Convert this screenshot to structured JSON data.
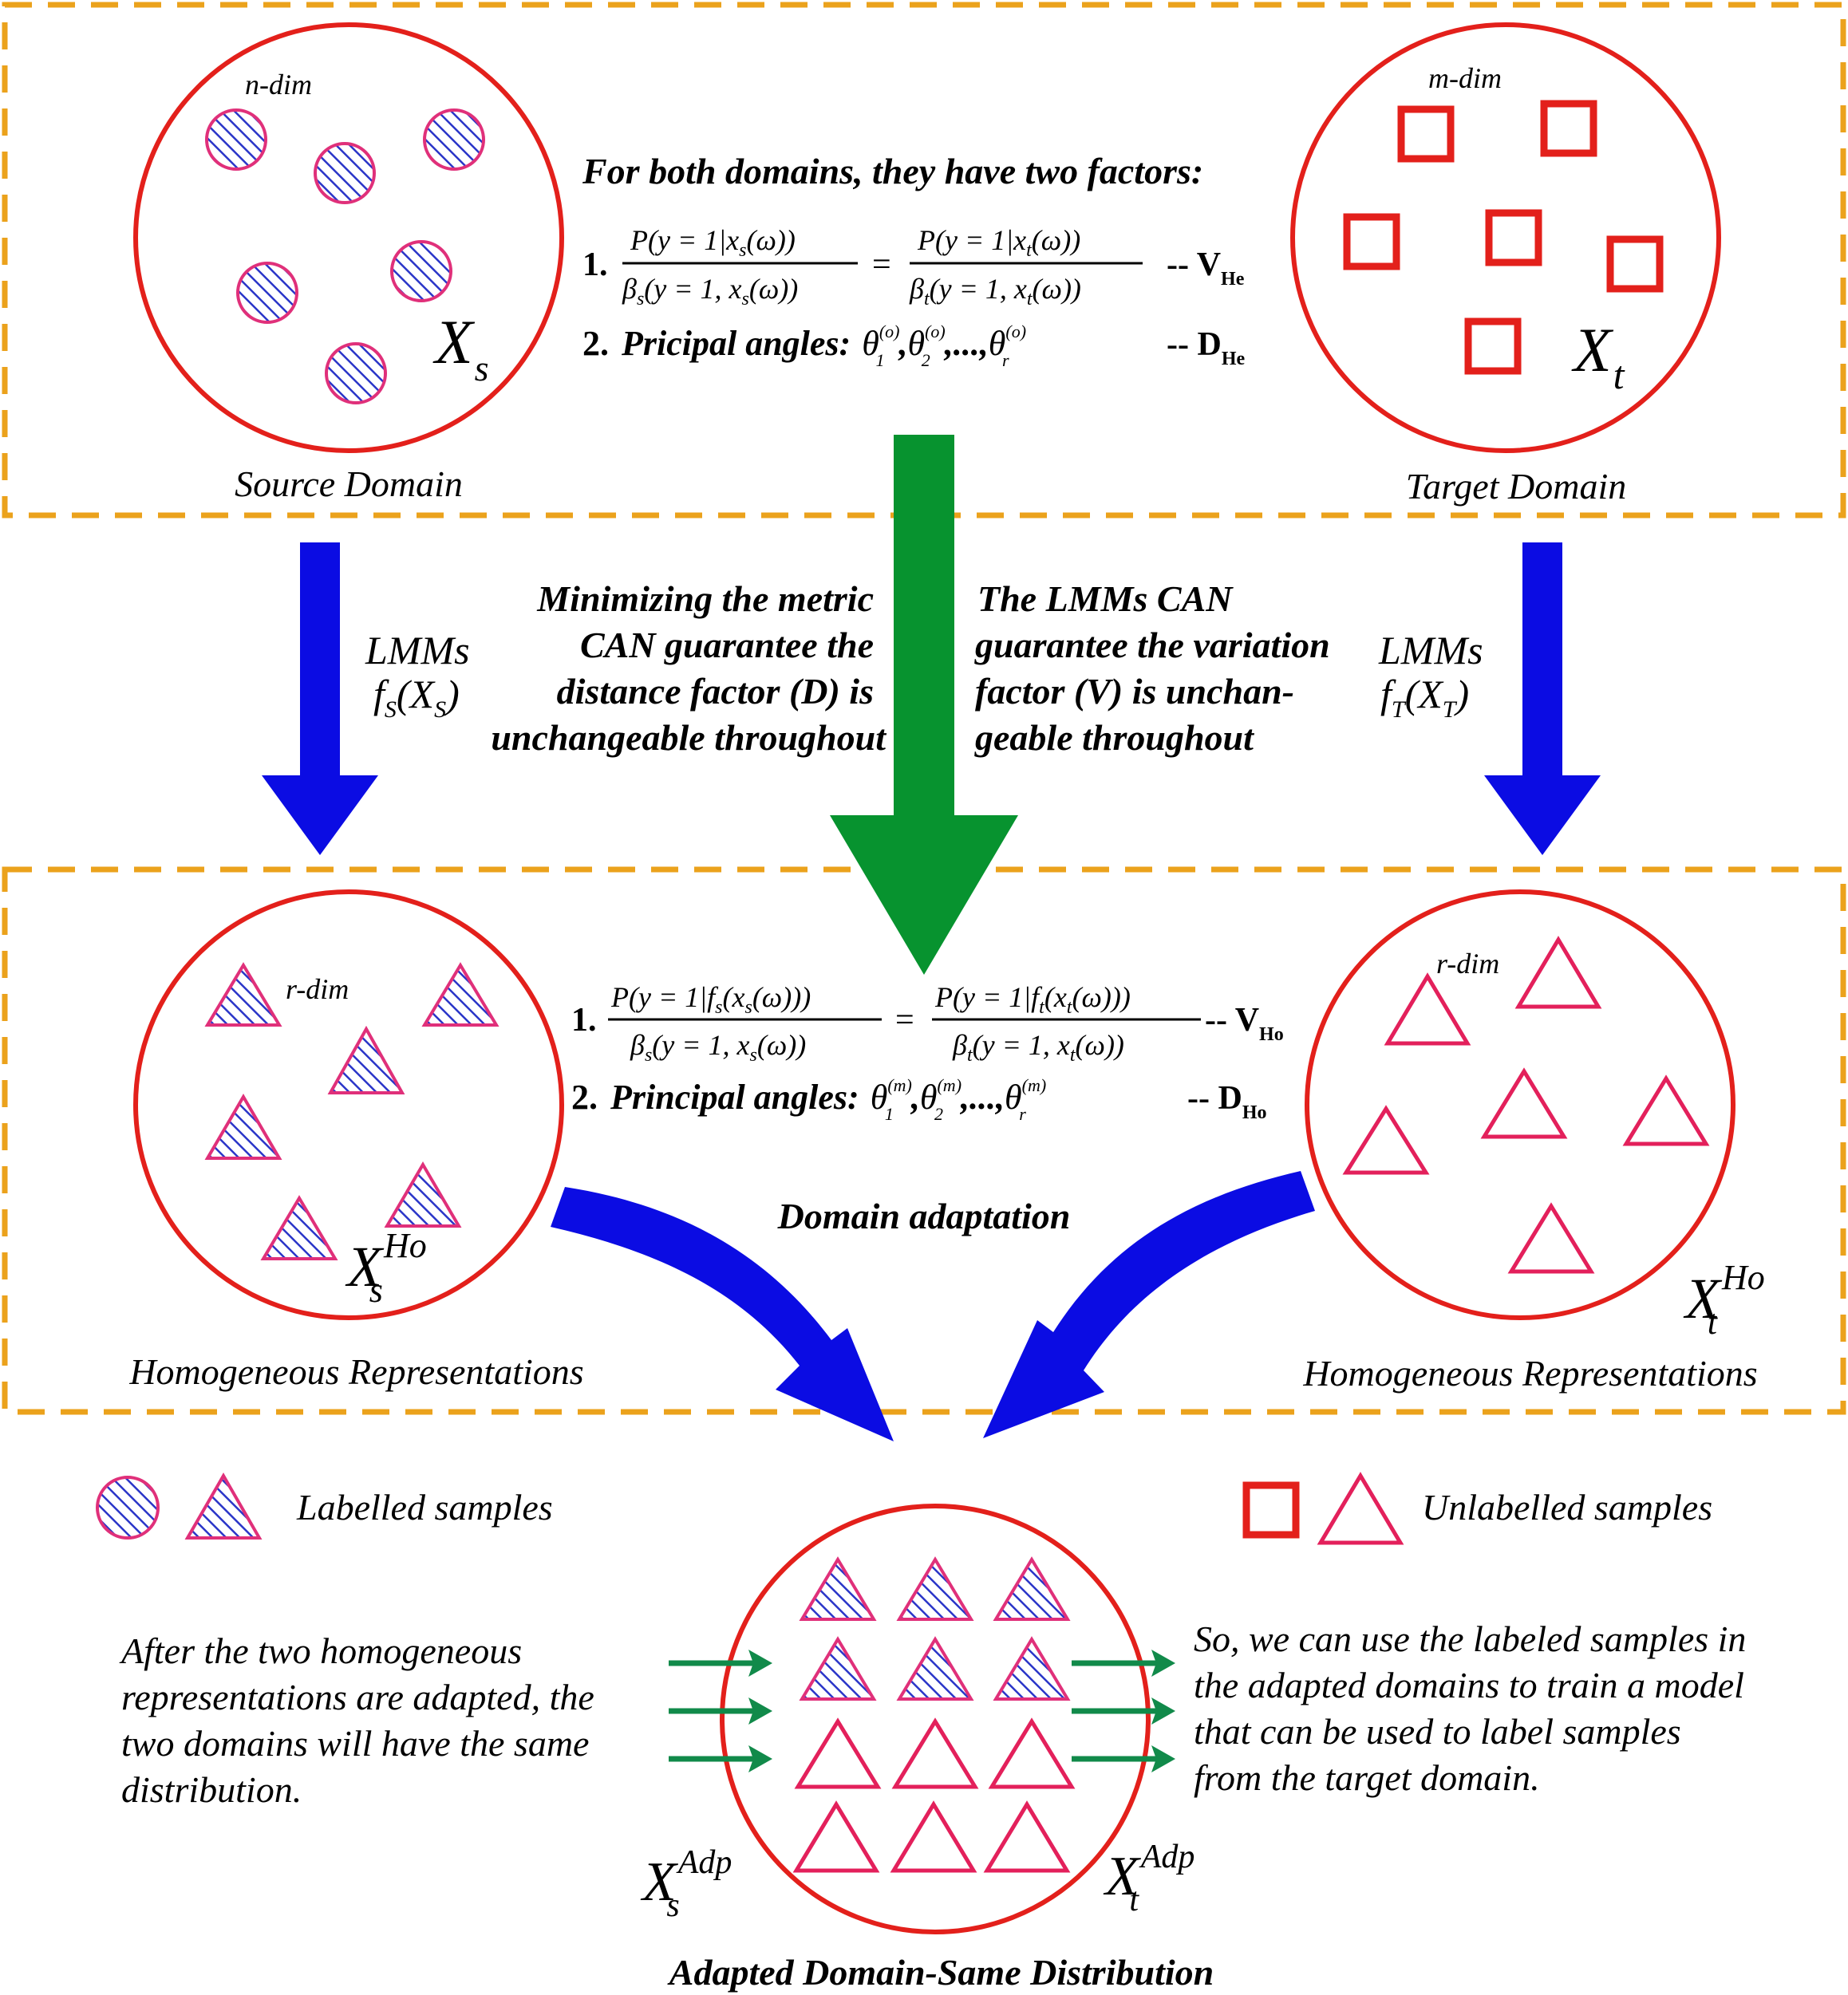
{
  "source_panel": {
    "dim_label": "n-dim",
    "set_label": "X",
    "set_sub": "s",
    "caption": "Source Domain"
  },
  "target_panel": {
    "dim_label": "m-dim",
    "set_label": "X",
    "set_sub": "t",
    "caption": "Target Domain"
  },
  "factors": {
    "heading": "For both domains, they have two factors:",
    "item1_num": "1.",
    "item1_num_left": "P(y = 1|x",
    "item1_num_left_sub": "s",
    "item1_num_left_end": "(ω))",
    "item1_den_left": "β",
    "item1_den_left_sub": "s",
    "item1_den_left_end": "(y = 1, x",
    "item1_den_left_sub2": "s",
    "item1_den_left_tail": "(ω))",
    "item1_eq": "=",
    "item1_num_right": "P(y = 1|x",
    "item1_num_right_sub": "t",
    "item1_num_right_end": "(ω))",
    "item1_den_right": "β",
    "item1_den_right_sub": "t",
    "item1_den_right_end": "(y = 1, x",
    "item1_den_right_sub2": "t",
    "item1_den_right_tail": "(ω))",
    "item1_tag": "-- V",
    "item1_tag_sub": "He",
    "item2_num": "2.",
    "item2_text": "Pricipal angles:",
    "item2_theta": "θ",
    "item2_sup": "(o)",
    "item2_sub1": "1",
    "item2_sub2": "2",
    "item2_subr": "r",
    "item2_sep": ",...,",
    "item2_comma": ",",
    "item2_tag": "-- D",
    "item2_tag_sub": "He"
  },
  "middle": {
    "left_lmm": "LMMs",
    "left_f": "f",
    "left_f_sub": "S",
    "left_arg": "(X",
    "left_arg_sub": "S",
    "left_close": ")",
    "right_lmm": "LMMs",
    "right_f": "f",
    "right_f_sub": "T",
    "right_arg": "(X",
    "right_arg_sub": "T",
    "right_close": ")",
    "left_text": [
      "Minimizing the metric",
      "CAN guarantee the",
      "distance factor (D) is",
      "unchangeable throughout"
    ],
    "right_text": [
      "The LMMs CAN",
      "guarantee the variation",
      "factor (V) is unchan-",
      "geable throughout"
    ]
  },
  "homog": {
    "src_dim": "r-dim",
    "tgt_dim": "r-dim",
    "src_set": "X",
    "src_sup": "Ho",
    "src_sub": "s",
    "tgt_set": "X",
    "tgt_sup": "Ho",
    "tgt_sub": "t",
    "src_caption": "Homogeneous Representations",
    "tgt_caption": "Homogeneous Representations",
    "item1_num": "1.",
    "item1_num_left": "P(y = 1|f",
    "item1_num_left_sub": "s",
    "item1_num_left_mid": "(x",
    "item1_num_left_sub2": "s",
    "item1_num_left_end": "(ω)))",
    "item1_den_left": "β",
    "item1_den_left_sub": "s",
    "item1_den_left_end": "(y = 1, x",
    "item1_den_left_sub2": "s",
    "item1_den_left_tail": "(ω))",
    "item1_eq": "=",
    "item1_num_right": "P(y = 1|f",
    "item1_num_right_sub": "t",
    "item1_num_right_mid": "(x",
    "item1_num_right_sub2": "t",
    "item1_num_right_end": "(ω)))",
    "item1_den_right": "β",
    "item1_den_right_sub": "t",
    "item1_den_right_end": "(y = 1, x",
    "item1_den_right_sub2": "t",
    "item1_den_right_tail": "(ω))",
    "item1_tag": "-- V",
    "item1_tag_sub": "Ho",
    "item2_num": "2.",
    "item2_text": "Principal angles:",
    "item2_theta": "θ",
    "item2_sup": "(m)",
    "item2_sub1": "1",
    "item2_sub2": "2",
    "item2_subr": "r",
    "item2_sep": ",...,",
    "item2_comma": ",",
    "item2_tag": "-- D",
    "item2_tag_sub": "Ho",
    "adaptation": "Domain adaptation"
  },
  "legend": {
    "labelled": "Labelled samples",
    "unlabelled": "Unlabelled samples"
  },
  "bottom": {
    "left_text": [
      "After the two homogeneous",
      "representations are adapted, the",
      "two domains will have the same",
      "distribution."
    ],
    "right_text": [
      "So, we can use the labeled samples in",
      "the adapted domains to train a model",
      "that can be used to label samples",
      "from the target domain."
    ],
    "src_set": "X",
    "src_sup": "Adp",
    "src_sub": "s",
    "tgt_set": "X",
    "tgt_sup": "Adp",
    "tgt_sub": "t",
    "caption": "Adapted Domain-Same Distribution"
  },
  "colors": {
    "ring": "#e3201b",
    "dash": "#eba21c",
    "blue_arrow": "#0b0ce3",
    "green_arrow": "#07932f",
    "hatch": "#2a35c8"
  }
}
